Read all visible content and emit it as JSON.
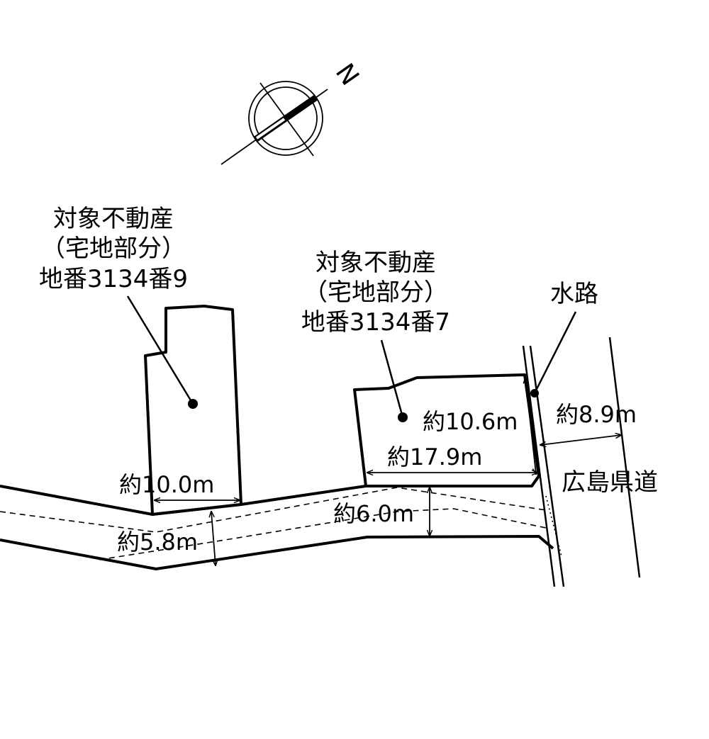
{
  "compass": {
    "north_letter": "N"
  },
  "parcel_9": {
    "title": "対象不動産",
    "subtitle": "（宅地部分）",
    "lot": "地番3134番9",
    "frontage": "約10.0m"
  },
  "parcel_7": {
    "title": "対象不動産",
    "subtitle": "（宅地部分）",
    "lot": "地番3134番7",
    "depth": "約10.6m",
    "frontage": "約17.9m"
  },
  "road": {
    "width_left": "約5.8m",
    "width_right": "約6.0m"
  },
  "waterway": {
    "label": "水路"
  },
  "prefectural_road": {
    "label": "広島県道",
    "width": "約8.9m"
  }
}
